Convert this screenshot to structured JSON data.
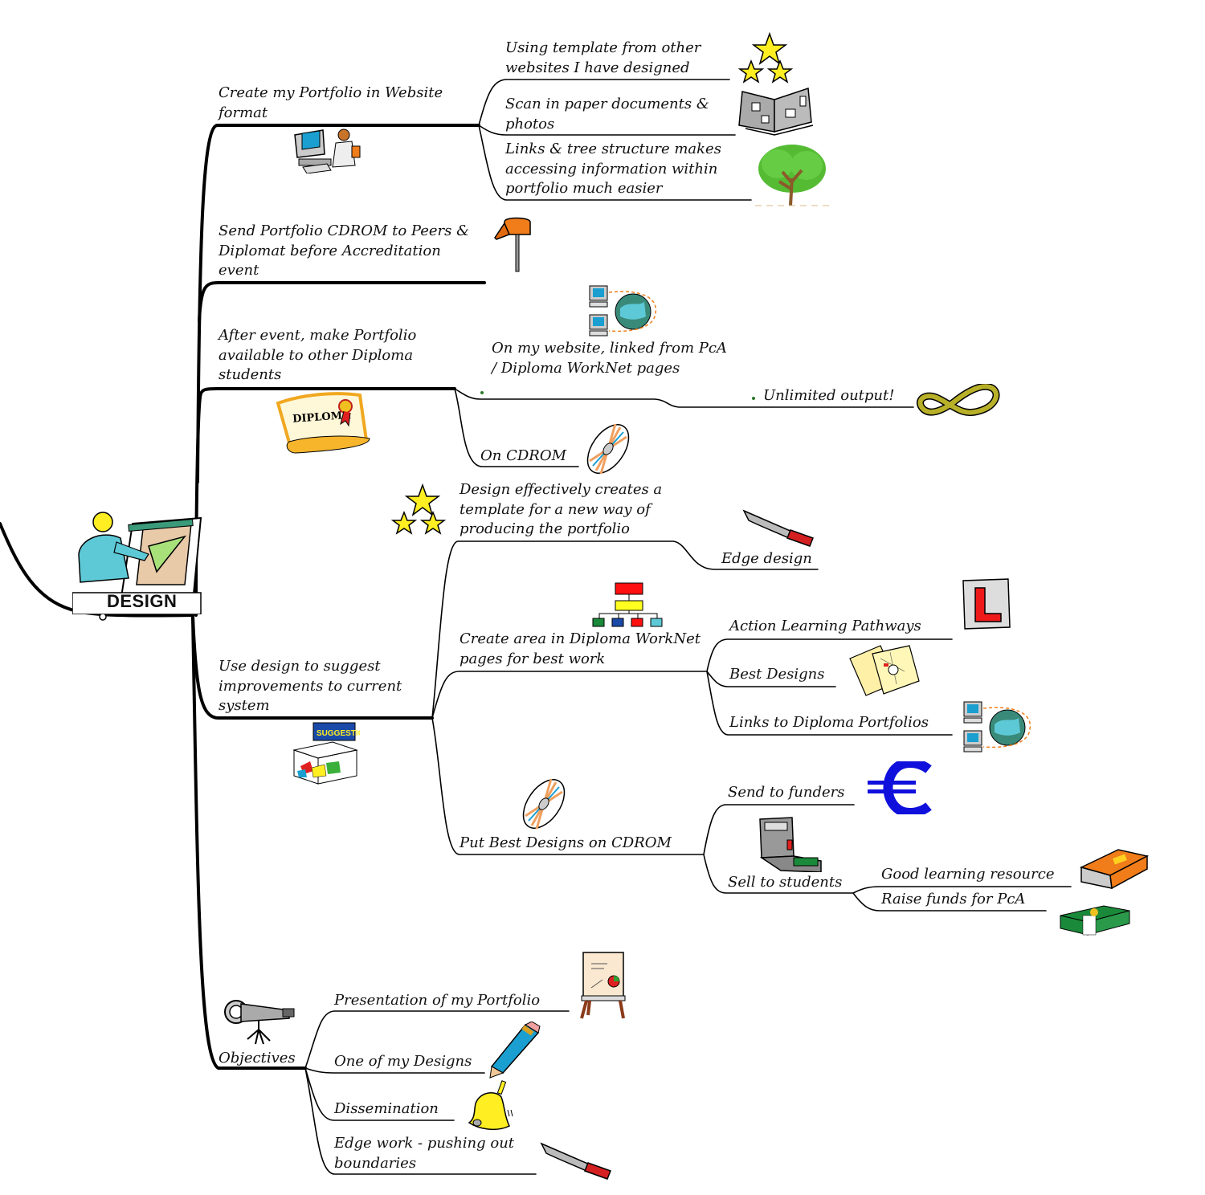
{
  "central_topic": {
    "label": "DESIGN",
    "icon": "draftsman-at-drawing-board-icon"
  },
  "branches": [
    {
      "label": "Create my Portfolio in Website format",
      "icon": "person-at-computer-icon",
      "children": [
        {
          "label": "Using template from other websites I have designed",
          "icon": "stars-icon"
        },
        {
          "label": "Scan in paper documents & photos",
          "icon": "newspaper-icon"
        },
        {
          "label": "Links & tree structure makes accessing information within portfolio much easier",
          "icon": "tree-icon"
        }
      ]
    },
    {
      "label": "Send Portfolio CDROM to Peers & Diplomat before Accreditation event",
      "icon": "mailbox-icon",
      "children": []
    },
    {
      "label": "After event, make Portfolio available to other Diploma students",
      "icon": "diploma-scroll-icon",
      "children": [
        {
          "label": "On my website, linked from PcA / Diploma WorkNet pages",
          "icon": "network-globe-icon",
          "children": [
            {
              "label": "Unlimited output!",
              "icon": "infinity-icon"
            }
          ]
        },
        {
          "label": "On CDROM",
          "icon": "cd-icon"
        }
      ]
    },
    {
      "label": "Use design to suggest improvements to current system",
      "icon": "suggestion-box-icon",
      "icon_text": "SUGGESTION",
      "children": [
        {
          "label": "Design effectively creates a template for a new way of producing the portfolio",
          "icon": "stars-icon",
          "children": [
            {
              "label": "Edge design",
              "icon": "knife-icon"
            }
          ]
        },
        {
          "label": "Create area in Diploma WorkNet pages for best work",
          "icon": "org-chart-icon",
          "children": [
            {
              "label": "Action Learning Pathways",
              "icon": "learner-plate-icon"
            },
            {
              "label": "Best Designs",
              "icon": "maps-icon"
            },
            {
              "label": "Links to Diploma Portfolios",
              "icon": "network-globe-icon"
            }
          ]
        },
        {
          "label": "Put Best Designs on CDROM",
          "icon": "cd-icon",
          "children": [
            {
              "label": "Send to funders",
              "icon": "euro-icon"
            },
            {
              "label": "Sell to students",
              "icon": "cash-register-icon",
              "children": [
                {
                  "label": "Good learning resource",
                  "icon": "book-icon"
                },
                {
                  "label": "Raise funds for PcA",
                  "icon": "money-stack-icon"
                }
              ]
            }
          ]
        }
      ]
    },
    {
      "label": "Objectives",
      "icon": "telescope-icon",
      "children": [
        {
          "label": "Presentation of my Portfolio",
          "icon": "flipchart-icon"
        },
        {
          "label": "One of my Designs",
          "icon": "pencil-icon"
        },
        {
          "label": "Dissemination",
          "icon": "bell-icon"
        },
        {
          "label": "Edge work - pushing out boundaries",
          "icon": "knife-icon"
        }
      ]
    }
  ],
  "colors": {
    "line": "#000000",
    "star": "#ffee22",
    "tree": "#55bb33",
    "orange": "#f07d1a",
    "euro": "#1010dd",
    "monitor": "#1a9fd0"
  }
}
